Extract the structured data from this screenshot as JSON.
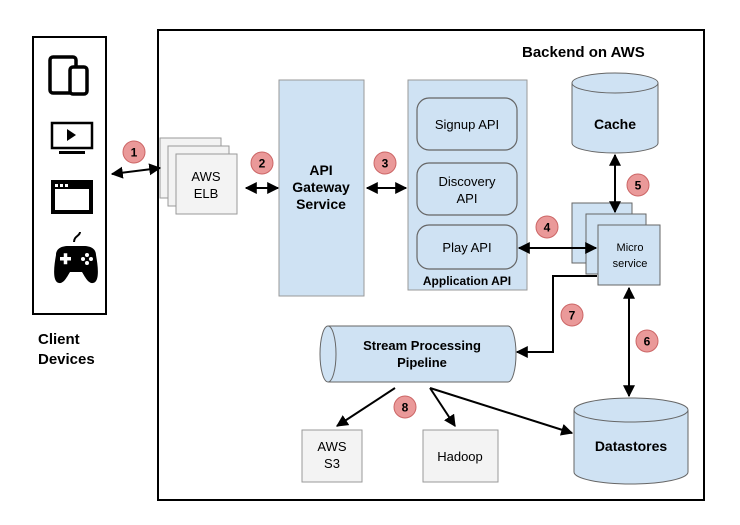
{
  "backend": {
    "title": "Backend on AWS"
  },
  "client": {
    "line1": "Client",
    "line2": "Devices"
  },
  "elb": {
    "line1": "AWS",
    "line2": "ELB"
  },
  "gateway": {
    "line1": "API",
    "line2": "Gateway",
    "line3": "Service"
  },
  "app_api": {
    "title": "Application API",
    "signup": "Signup API",
    "discovery_line1": "Discovery",
    "discovery_line2": "API",
    "play": "Play API"
  },
  "cache": {
    "label": "Cache"
  },
  "micro": {
    "line1": "Micro",
    "line2": "service"
  },
  "stream": {
    "line1": "Stream Processing",
    "line2": "Pipeline"
  },
  "s3": {
    "line1": "AWS",
    "line2": "S3"
  },
  "hadoop": {
    "label": "Hadoop"
  },
  "datastores": {
    "label": "Datastores"
  },
  "steps": [
    "1",
    "2",
    "3",
    "4",
    "5",
    "6",
    "7",
    "8"
  ],
  "colors": {
    "box_fill": "#cfe2f3",
    "gray_fill": "#f2f2f2",
    "badge_fill": "#ea9999",
    "badge_stroke": "#cc6666",
    "stroke": "#000000"
  }
}
